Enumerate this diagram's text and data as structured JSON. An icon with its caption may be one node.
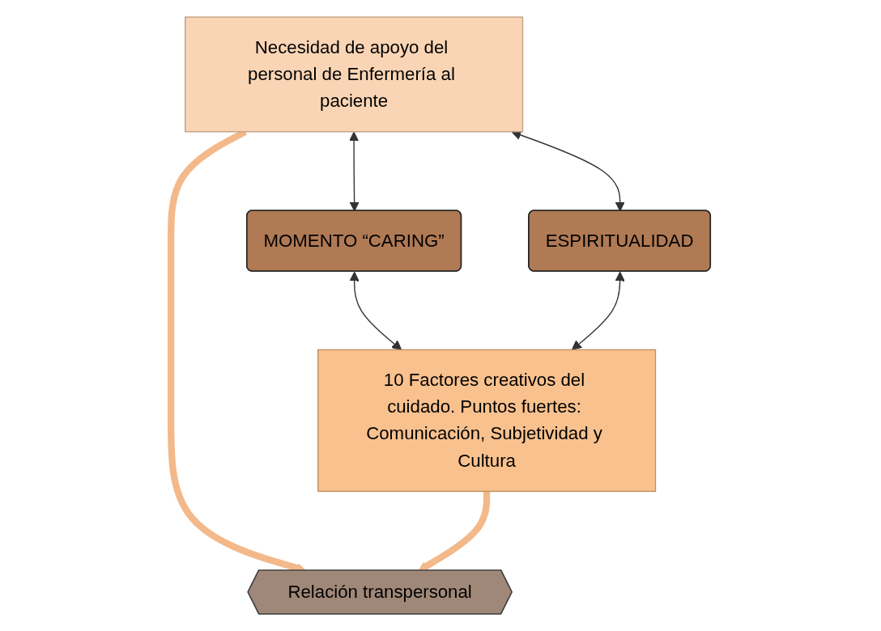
{
  "diagram": {
    "nodes": [
      {
        "text": [
          "Necesidad de apoyo del personal de Enfermería al paciente"
        ]
      },
      {
        "text": [
          "MOMENTO “CARING”"
        ]
      },
      {
        "text": [
          "Relación transpersonal"
        ]
      },
      {
        "text": [
          "ESPIRITUALIDAD"
        ]
      },
      {
        "text": [
          "10 Factores creativos del cuidado. Puntos fuertes: Comunicación, Subjetividad y Cultura"
        ]
      }
    ],
    "edges": [
      {
        "from": 0,
        "to": 1,
        "arrow": "both"
      },
      {
        "from": 0,
        "to": 3,
        "arrow": "both"
      },
      {
        "from": 0,
        "to": 2,
        "arrow": "to",
        "style": "thick",
        "color": "#f3b98a"
      },
      {
        "from": 4,
        "to": 2,
        "arrow": "to",
        "style": "thick",
        "color": "#f3b98a"
      },
      {
        "from": 1,
        "to": 4,
        "arrow": "both"
      },
      {
        "from": 3,
        "to": 4,
        "arrow": "both"
      }
    ]
  }
}
